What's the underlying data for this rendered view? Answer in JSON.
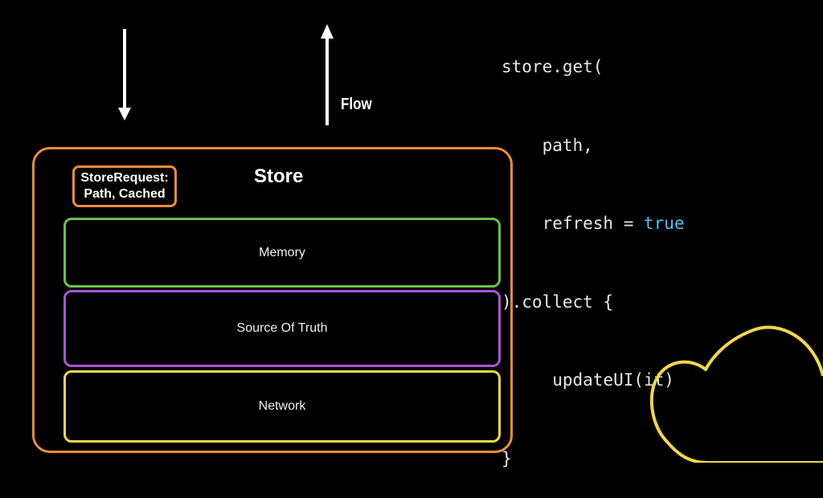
{
  "code": {
    "lines": [
      {
        "text": "store.get(",
        "indent": 0
      },
      {
        "text": "path,",
        "indent": 1
      },
      {
        "text": "refresh = ",
        "value": "true",
        "indent": 1
      },
      {
        "text": ").collect {",
        "indent": 0
      },
      {
        "text": "updateUI(it)",
        "indent": 2
      },
      {
        "text": "}",
        "indent": 0
      }
    ]
  },
  "flow_label": "Flow",
  "store": {
    "title": "Store",
    "request_line1": "StoreRequest:",
    "request_line2": "Path, Cached",
    "layers": {
      "memory": "Memory",
      "source_of_truth": "Source Of Truth",
      "network": "Network"
    }
  },
  "colors": {
    "store_border": "#f08c3a",
    "memory_border": "#6cc04a",
    "sot_border": "#a955d6",
    "network_border": "#f3d64a",
    "cloud": "#f3d64a",
    "keyword": "#4fc3f7"
  },
  "icons": [
    "arrow-down-icon",
    "arrow-up-icon",
    "cloud-icon"
  ]
}
